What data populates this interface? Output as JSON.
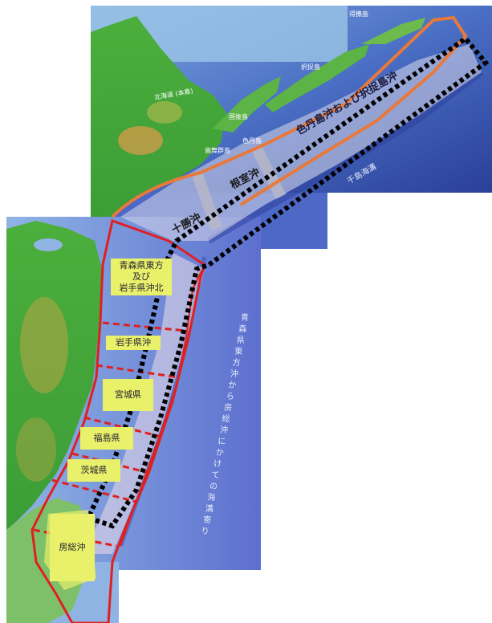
{
  "regions": {
    "tokachi": "十勝沖",
    "nemuro": "根室沖",
    "shikotan_etorofu": "色丹島沖および択捉島沖",
    "aomori_iwate_line1": "青森県東方",
    "aomori_iwate_line2": "及び",
    "aomori_iwate_line3": "岩手県沖北",
    "iwate": "岩手県沖",
    "miyagi": "宮城県",
    "fukushima": "福島県",
    "ibaraki": "茨城県",
    "boso": "房総沖"
  },
  "trench_labels": {
    "japan_trench_vertical": [
      "青",
      "森",
      "県",
      "東",
      "方",
      "沖",
      "か",
      "ら",
      "房",
      "総",
      "沖",
      "に",
      "か",
      "け",
      "て",
      "の",
      "海",
      "溝",
      "寄",
      "り"
    ],
    "kuril_trench": "千島海溝"
  },
  "small_labels": {
    "hokkaido": "北海道 (本島)",
    "kunashiri": "国後島",
    "etorofu": "択捉島",
    "shikotan": "色丹島",
    "habomai": "歯舞群島",
    "urup": "得撫島"
  },
  "colors": {
    "sea_deep": "#1b3f9a",
    "sea_shallow": "#6f8fd6",
    "land": "#3fae3a",
    "highland": "#c9a54a",
    "orange_boundary": "#e8793a",
    "red_boundary": "#e02020",
    "yellow_label": "#e9f06a",
    "dotted_box": "#000000"
  }
}
